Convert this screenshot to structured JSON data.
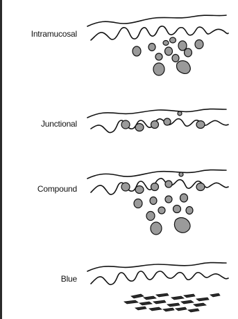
{
  "panels": [
    {
      "id": "intramucosal",
      "label": "Intramucosal"
    },
    {
      "id": "junctional",
      "label": "Junctional"
    },
    {
      "id": "compound",
      "label": "Compound"
    },
    {
      "id": "blue",
      "label": "Blue"
    }
  ]
}
